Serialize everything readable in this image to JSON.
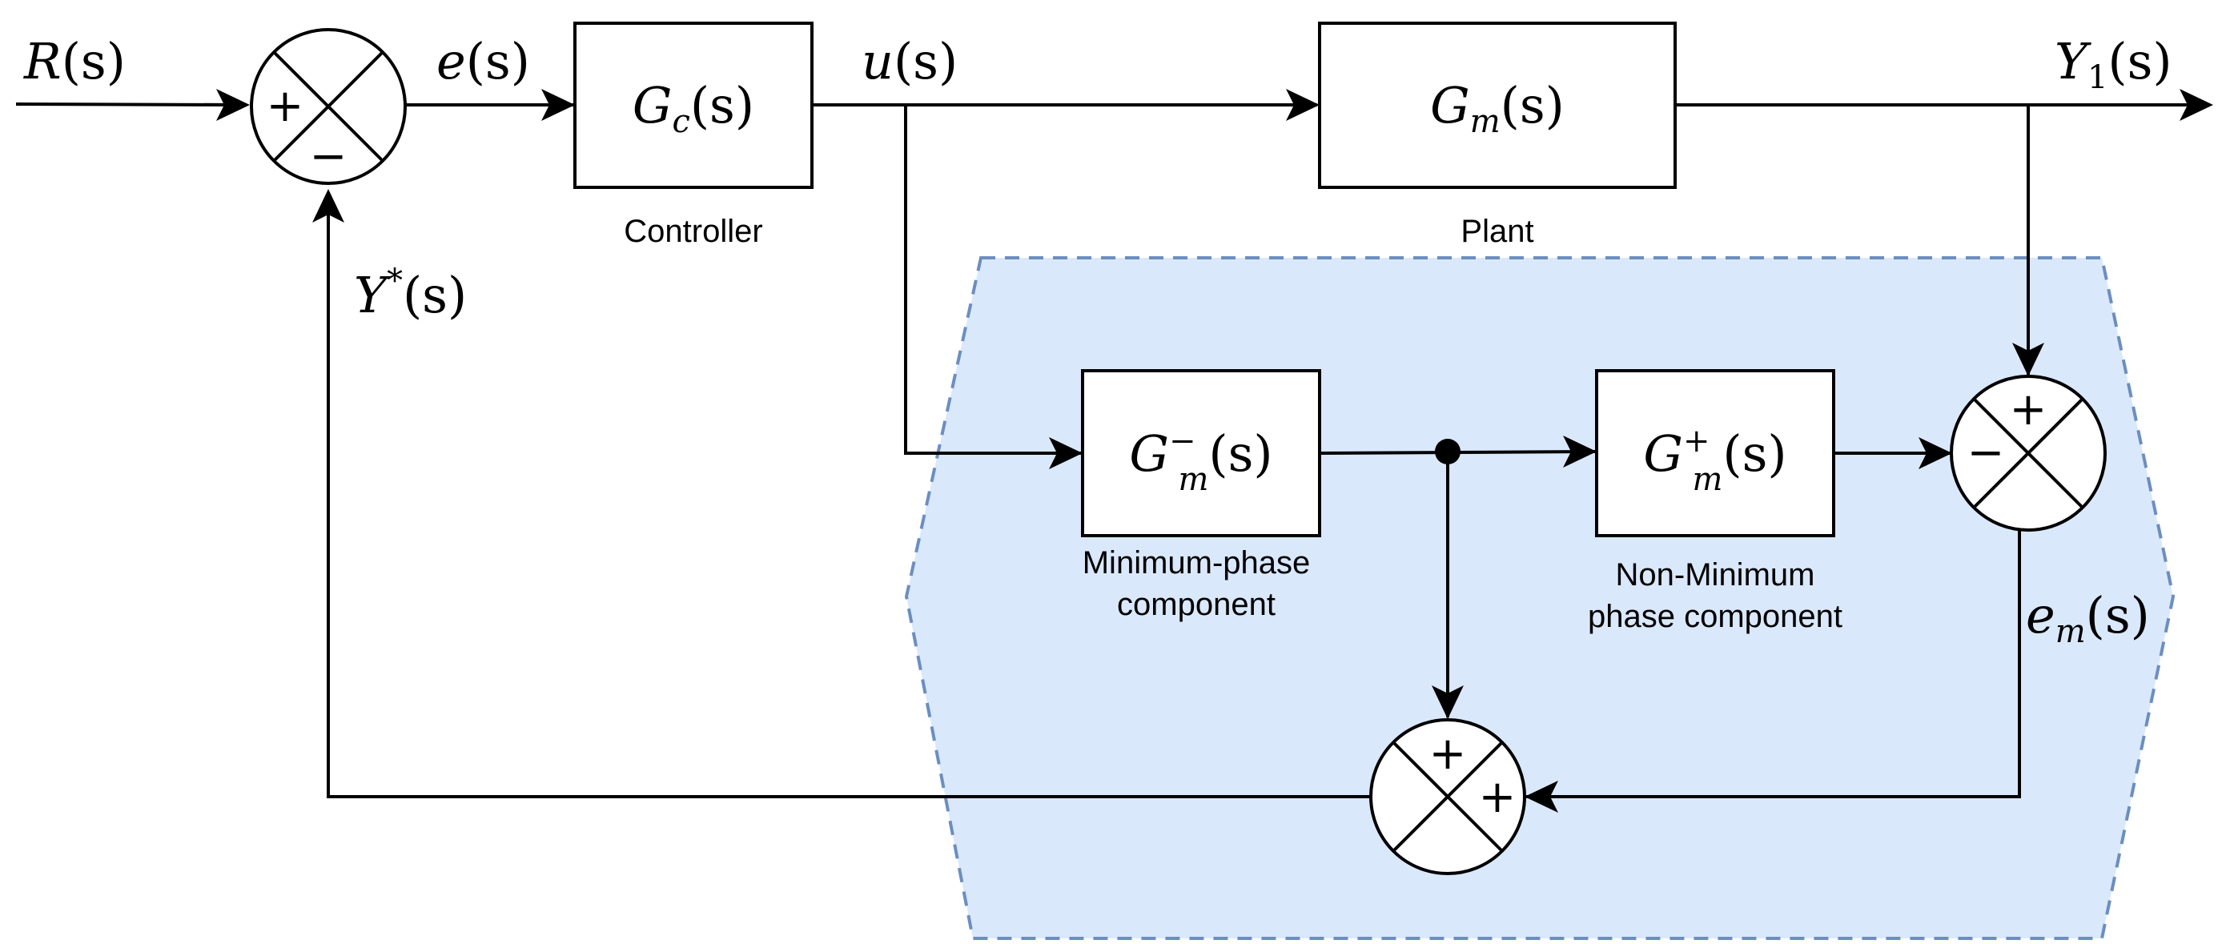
{
  "signals": {
    "reference": {
      "base": "R",
      "arg": "(s)"
    },
    "error": {
      "base": "e",
      "arg": "(s)"
    },
    "control": {
      "base": "u",
      "arg": "(s)"
    },
    "output": {
      "base": "Y",
      "sub": "1",
      "arg": "(s)"
    },
    "feedback": {
      "base": "Y",
      "sup": "*",
      "arg": "(s)"
    },
    "model_error": {
      "base": "e",
      "sub": "m",
      "arg": "(s)"
    }
  },
  "blocks": {
    "controller": {
      "base": "G",
      "sub": "c",
      "arg": "(s)",
      "caption": "Controller"
    },
    "plant": {
      "base": "G",
      "sub": "m",
      "arg": "(s)",
      "caption": "Plant"
    },
    "minimum_phase": {
      "base": "G",
      "sub": "m",
      "sup": "−",
      "arg": "(s)",
      "caption_lines": [
        "Minimum-phase",
        "component"
      ]
    },
    "non_minimum_phase": {
      "base": "G",
      "sub": "m",
      "sup": "+",
      "arg": "(s)",
      "caption_lines": [
        "Non-Minimum",
        "phase component"
      ]
    }
  },
  "summing_junctions": {
    "input": {
      "signs": [
        "+",
        "−"
      ]
    },
    "model": {
      "signs": [
        "+",
        "−"
      ]
    },
    "feedback": {
      "signs": [
        "+",
        "+"
      ]
    }
  },
  "colors": {
    "region_fill": "#dae8fc",
    "region_border": "#6c8ebf"
  }
}
